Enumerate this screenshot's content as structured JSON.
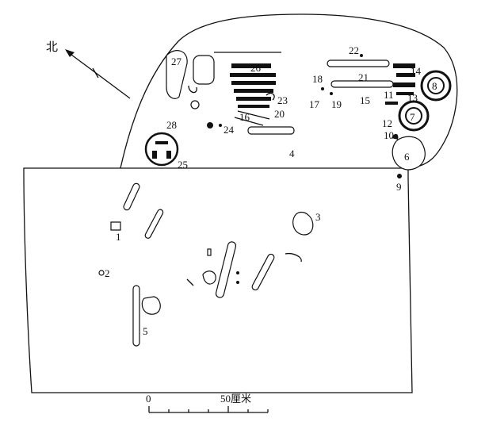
{
  "north": {
    "label": "北"
  },
  "scale": {
    "zero": "0",
    "end": "50厘米"
  },
  "feature_labels": [
    "1",
    "2",
    "3",
    "4",
    "5",
    "6",
    "7",
    "8",
    "9",
    "10",
    "11",
    "12",
    "13",
    "14",
    "15",
    "16",
    "17",
    "18",
    "19",
    "20",
    "21",
    "22",
    "23",
    "24",
    "25",
    "26",
    "27",
    "28"
  ]
}
